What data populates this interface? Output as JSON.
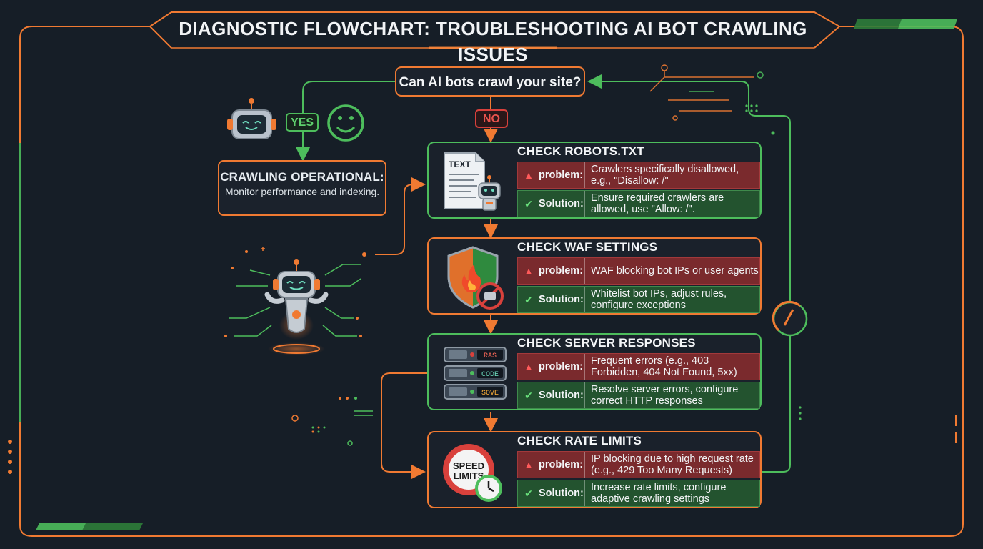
{
  "title": "DIAGNOSTIC FLOWCHART: TROUBLESHOOTING AI BOT CRAWLING ISSUES",
  "question": "Can AI bots crawl your site?",
  "yes_label": "YES",
  "no_label": "NO",
  "operational": {
    "title": "CRAWLING OPERATIONAL:",
    "description": "Monitor performance and indexing."
  },
  "problem_label": "problem:",
  "solution_label": "Solution:",
  "steps": [
    {
      "title": "CHECK ROBOTS.TXT",
      "icon": "text-document-robot-icon",
      "icon_text": "TEXT",
      "problem": "Crawlers specifically disallowed, e.g., \"Disallow: /\"",
      "solution": "Ensure required crawlers are allowed, use \"Allow: /\"."
    },
    {
      "title": "CHECK WAF SETTINGS",
      "icon": "shield-fire-icon",
      "problem": "WAF blocking bot IPs or user agents",
      "solution": "Whitelist bot IPs, adjust rules, configure exceptions"
    },
    {
      "title": "CHECK SERVER RESPONSES",
      "icon": "server-rack-icon",
      "server_labels": [
        "RAS",
        "CODE",
        "SOVE"
      ],
      "problem": "Frequent errors (e.g., 403 Forbidden, 404 Not Found, 5xx)",
      "solution": "Resolve server errors, configure correct HTTP responses"
    },
    {
      "title": "CHECK RATE LIMITS",
      "icon": "speed-limit-clock-icon",
      "icon_text_1": "SPEED",
      "icon_text_2": "LIMITS",
      "problem": "IP blocking due to high request rate (e.g., 429 Too Many Requests)",
      "solution": "Increase rate limits, configure adaptive crawling settings"
    }
  ],
  "colors": {
    "background": "#161e27",
    "accent_orange": "#f07a32",
    "accent_green": "#4dbd5c",
    "problem_red": "#7a2a2d",
    "solution_green": "#23532f"
  }
}
